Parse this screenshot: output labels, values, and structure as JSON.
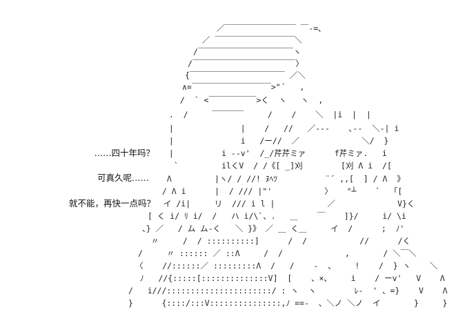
{
  "dialog": {
    "lines": [
      "……四十年吗？",
      "可真久呢……",
      "就不能，再快一点吗？"
    ]
  },
  "art": {
    "rows": [
      "  ／￣￣￣￣￣￣￣￣￣ ￣-=､",
      " ／ ￣￣￣￣￣￣￣￣￣￣＼",
      "/￣￣￣￣￣￣￣￣￣￣￣￣ヽ",
      "/￣￣￣￣￣￣￣￣￣￣￣￣￣〉",
      "{￣￣￣￣￣￣￣￣￣￣￣￣ ／＼",
      "∧=￣￣￣￣￣￣￣￣￣￣>\"´   ,",
      " /  ` <￣￣￣￣￣￣>く  ヽ   ヽ  ,",
      " .  /     ￣￣￣￣     /    /    ＼  |i  |  |",
      " |              |    /   //   ／--‐    ､--  ＼-| i",
      " |              i   /ー//  ／             ＼/  }",
      " |          i --v'  /_/芹芹ミァ      f芹ミァ.   i",
      "  `         ilくV  / /《[ _]刈        [刈 Λ i  /[",
      "  Λ         |ヽ/ / //! ﾇﾍﾂ          ¨´ ,,[  ] / Λ  》",
      " / Λ i      |  / /// |\"'           〉   \"┴    `  「[",
      " イ /i|     リ  /// i l |           ／             V}く",
      "[ く i/ ﾘ i/  /   ハ i/\\`、.   ＿    ￣    ]}/     i/ \\i",
      "、} ／   / ム ム‐く   ＼ }》 ／ ＿ く＿     イ  /      ;  ﾉ'",
      " 〃     /  / ::::::::::]      /  /           //      /く",
      "/     〃 :::::: ／ ::Λ     /  /             ,       / ＼￣＼",
      "〈    //::::::／ :::::::::Λ  /   /    -  、    !    /  } ヽ    ＼",
      " ﾉ   //{:::::[::::::::::::::V]  [    、×、    i    / ーv'   V    Λ",
      "/   i///::::::::::::::::::::::/ : ヽ  ヽ        ﾚ-  ' 、=}    V    Λ",
      "}      {::::/:::V:::::::::::::::,ﾉ ==-  、＼ノ ＼ノ  イ       }     }"
    ]
  }
}
